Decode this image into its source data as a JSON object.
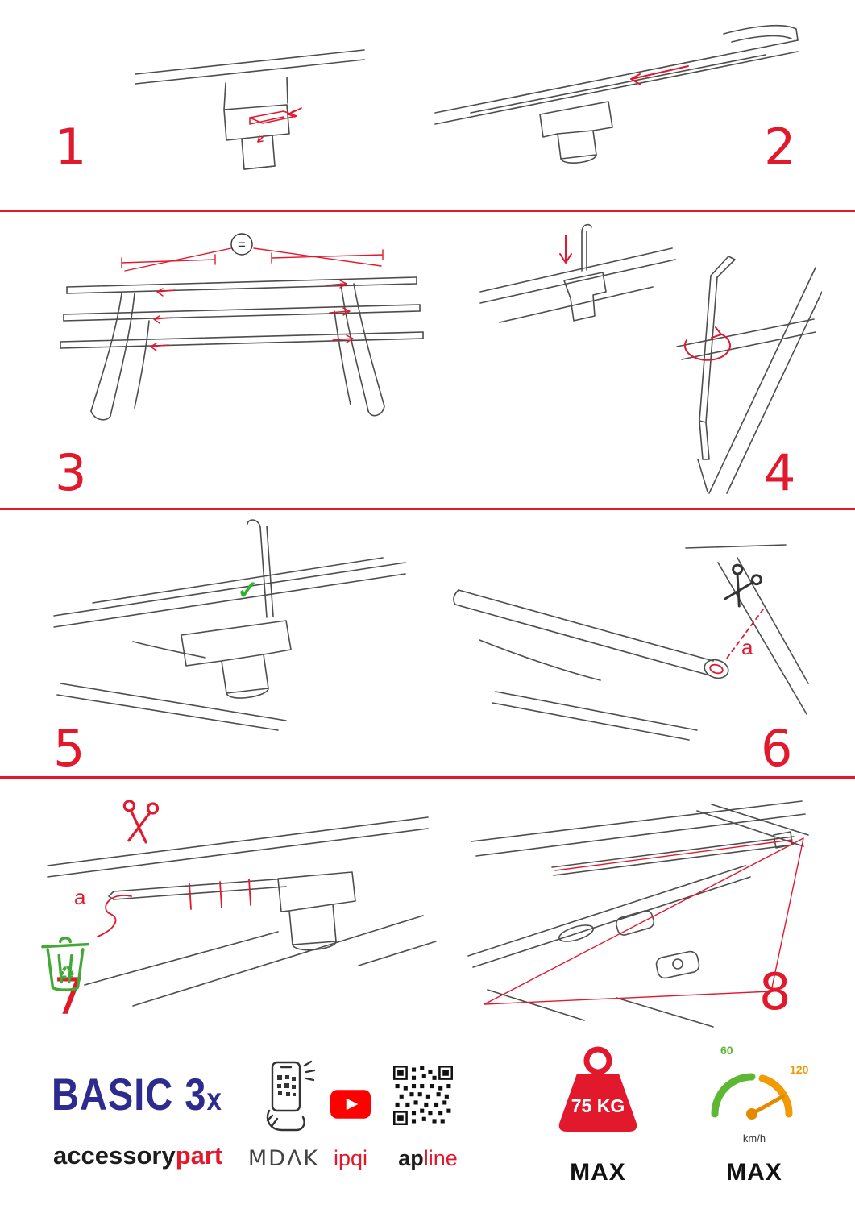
{
  "accent": "#e2192c",
  "icons": {
    "check": "✓",
    "recycle": "♻"
  },
  "steps": {
    "s1": {
      "number": "1"
    },
    "s2": {
      "number": "2"
    },
    "s3": {
      "number": "3",
      "equal_sign": "="
    },
    "s4": {
      "number": "4"
    },
    "s5": {
      "number": "5"
    },
    "s6": {
      "number": "6",
      "label_a": "a"
    },
    "s7": {
      "number": "7",
      "label_a": "a"
    },
    "s8": {
      "number": "8"
    }
  },
  "footer": {
    "product": "BASIC 3",
    "product_suffix": "x",
    "brand_left": "accessory",
    "brand_right": "part",
    "mdak": "MDΛK",
    "ipqi": "ipqi",
    "apline_left": "ap",
    "apline_right": "line",
    "weight": "75 KG",
    "weight_max": "MAX",
    "speed_low": "60",
    "speed_high": "120",
    "speed_unit": "km/h",
    "speed_max": "MAX"
  }
}
